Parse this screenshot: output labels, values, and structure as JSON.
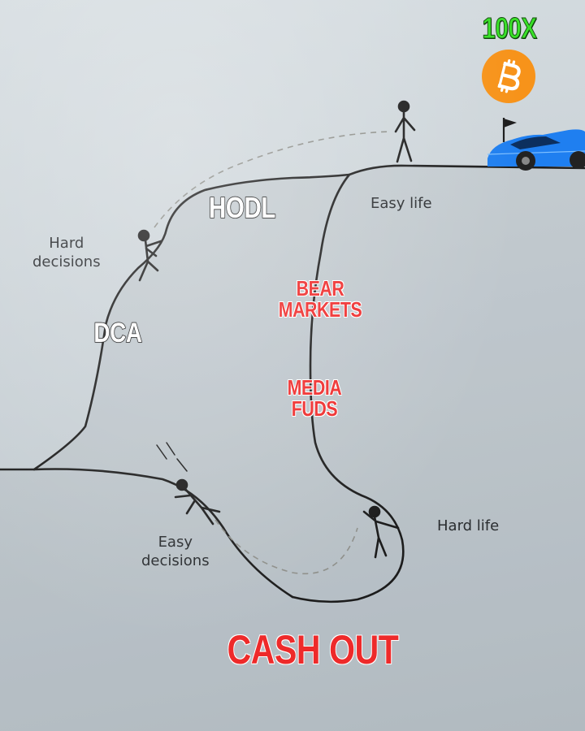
{
  "labels": {
    "easy_life": "Easy life",
    "hard_decisions_line1": "Hard",
    "hard_decisions_line2": "decisions",
    "easy_decisions_line1": "Easy",
    "easy_decisions_line2": "decisions",
    "hard_life": "Hard life"
  },
  "overlays": {
    "hodl": "HODL",
    "dca": "DCA",
    "bear_markets_line1": "BEAR",
    "bear_markets_line2": "MARKETS",
    "media_fuds_line1": "MEDIA",
    "media_fuds_line2": "FUDS",
    "cash_out": "CASH OUT",
    "multiplier": "100X"
  },
  "icons": {
    "coin": "bitcoin-icon",
    "goal_car": "sports-car-icon",
    "flag": "flag-icon"
  },
  "colors": {
    "bitcoin_orange": "#f7931a",
    "car_blue": "#1f7ff0",
    "meme_red": "#ee2a2a",
    "meme_green": "#39e028",
    "ink": "#1c1c1c"
  }
}
